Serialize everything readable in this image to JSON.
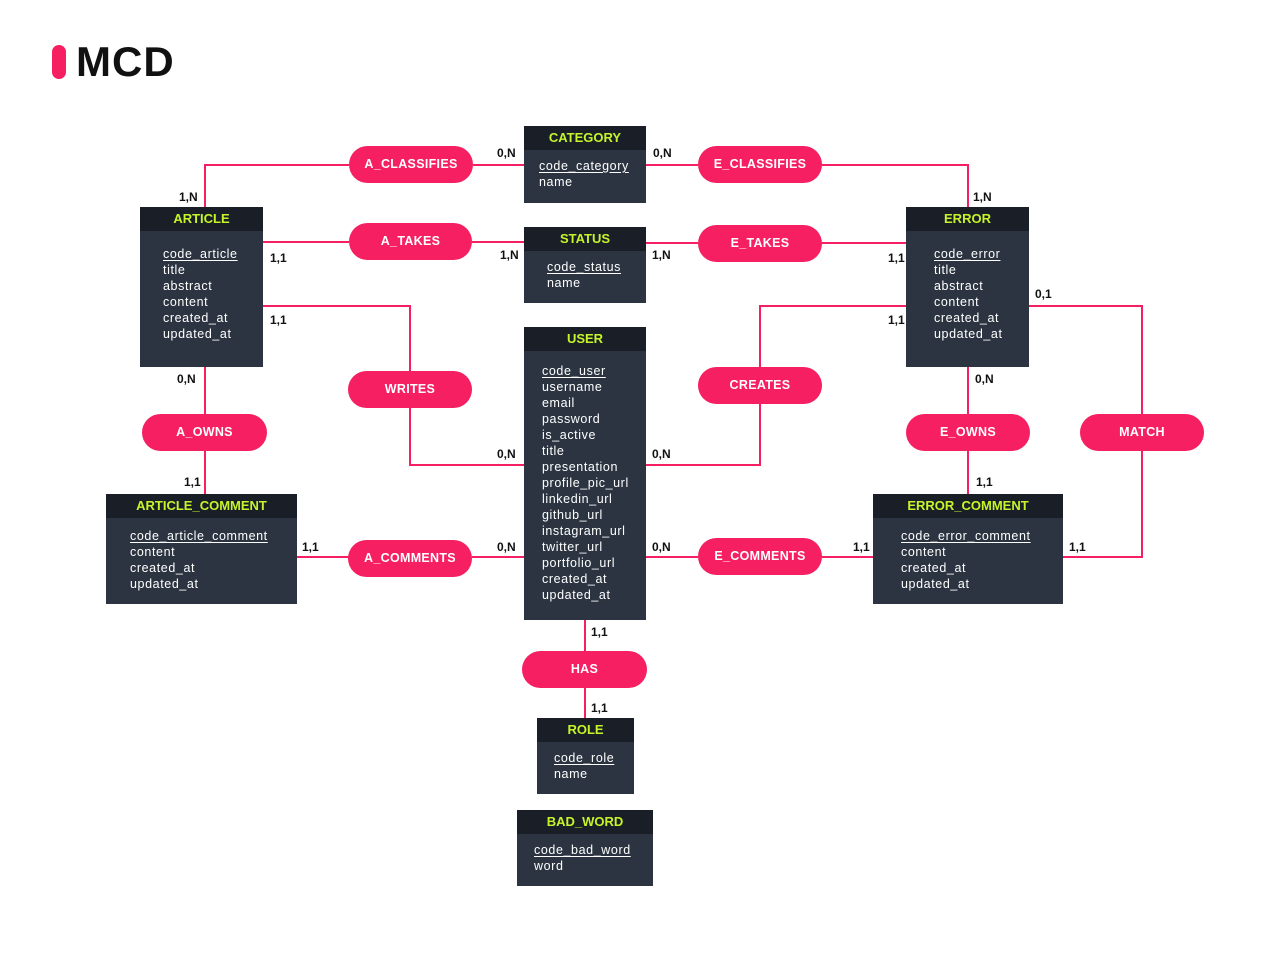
{
  "logo": {
    "text": "MCD"
  },
  "entities": {
    "category": {
      "name": "CATEGORY",
      "attributes": [
        "code_category",
        "name"
      ]
    },
    "status": {
      "name": "STATUS",
      "attributes": [
        "code_status",
        "name"
      ]
    },
    "user": {
      "name": "USER",
      "attributes": [
        "code_user",
        "username",
        "email",
        "password",
        "is_active",
        "title",
        "presentation",
        "profile_pic_url",
        "linkedin_url",
        "github_url",
        "instagram_url",
        "twitter_url",
        "portfolio_url",
        "created_at",
        "updated_at"
      ]
    },
    "role": {
      "name": "ROLE",
      "attributes": [
        "code_role",
        "name"
      ]
    },
    "bad_word": {
      "name": "BAD_WORD",
      "attributes": [
        "code_bad_word",
        "word"
      ]
    },
    "article": {
      "name": "ARTICLE",
      "attributes": [
        "code_article",
        "title",
        "abstract",
        "content",
        "created_at",
        "updated_at"
      ]
    },
    "error": {
      "name": "ERROR",
      "attributes": [
        "code_error",
        "title",
        "abstract",
        "content",
        "created_at",
        "updated_at"
      ]
    },
    "article_comment": {
      "name": "ARTICLE_COMMENT",
      "attributes": [
        "code_article_comment",
        "content",
        "created_at",
        "updated_at"
      ]
    },
    "error_comment": {
      "name": "ERROR_COMMENT",
      "attributes": [
        "code_error_comment",
        "content",
        "created_at",
        "updated_at"
      ]
    }
  },
  "associations": {
    "a_classifies": "A_CLASSIFIES",
    "e_classifies": "E_CLASSIFIES",
    "a_takes": "A_TAKES",
    "e_takes": "E_TAKES",
    "writes": "WRITES",
    "creates": "CREATES",
    "a_owns": "A_OWNS",
    "e_owns": "E_OWNS",
    "match": "MATCH",
    "a_comments": "A_COMMENTS",
    "e_comments": "E_COMMENTS",
    "has": "HAS"
  },
  "cardinalities": {
    "category_a_classifies": "0,N",
    "category_e_classifies": "0,N",
    "article_a_classifies": "1,N",
    "error_e_classifies": "1,N",
    "article_a_takes": "1,1",
    "status_a_takes": "1,N",
    "status_e_takes": "1,N",
    "error_e_takes": "1,1",
    "article_writes": "1,1",
    "error_creates": "1,1",
    "error_match": "0,1",
    "article_a_owns": "0,N",
    "error_e_owns": "0,N",
    "user_writes": "0,N",
    "user_creates": "0,N",
    "article_comment_a_owns": "1,1",
    "error_comment_e_owns": "1,1",
    "article_comment_a_comments": "1,1",
    "user_a_comments": "0,N",
    "user_e_comments": "0,N",
    "error_comment_e_comments": "1,1",
    "error_comment_match": "1,1",
    "user_has": "1,1",
    "role_has": "1,1"
  },
  "colors": {
    "accent": "#f51f62",
    "entity_body": "#2b3440",
    "entity_header": "#1a1f27",
    "entity_title": "#c6f42a"
  }
}
